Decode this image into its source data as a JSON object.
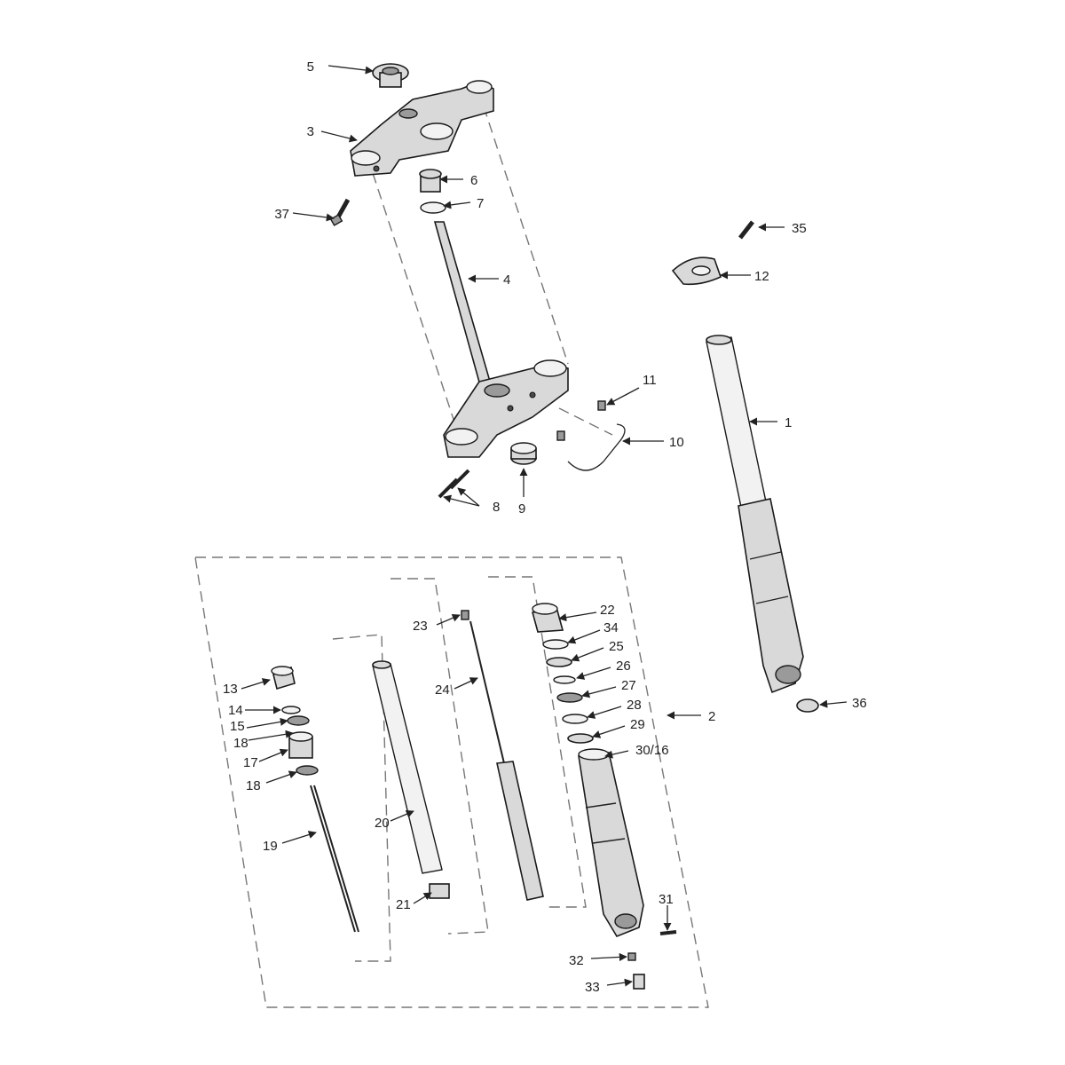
{
  "diagram": {
    "callouts": {
      "c1": "1",
      "c2": "2",
      "c3": "3",
      "c4": "4",
      "c5": "5",
      "c6": "6",
      "c7": "7",
      "c8": "8",
      "c9": "9",
      "c10": "10",
      "c11": "11",
      "c12": "12",
      "c13": "13",
      "c14": "14",
      "c15": "15",
      "c17": "17",
      "c18a": "18",
      "c18b": "18",
      "c19": "19",
      "c20": "20",
      "c21": "21",
      "c22": "22",
      "c23": "23",
      "c24": "24",
      "c25": "25",
      "c26": "26",
      "c27": "27",
      "c28": "28",
      "c29": "29",
      "c30_16": "30/16",
      "c31": "31",
      "c32": "32",
      "c33": "33",
      "c34": "34",
      "c35": "35",
      "c36": "36",
      "c37": "37"
    },
    "colors": {
      "line": "#1a1a1a",
      "fill": "#d9d9d9",
      "dash": "#777777"
    }
  }
}
